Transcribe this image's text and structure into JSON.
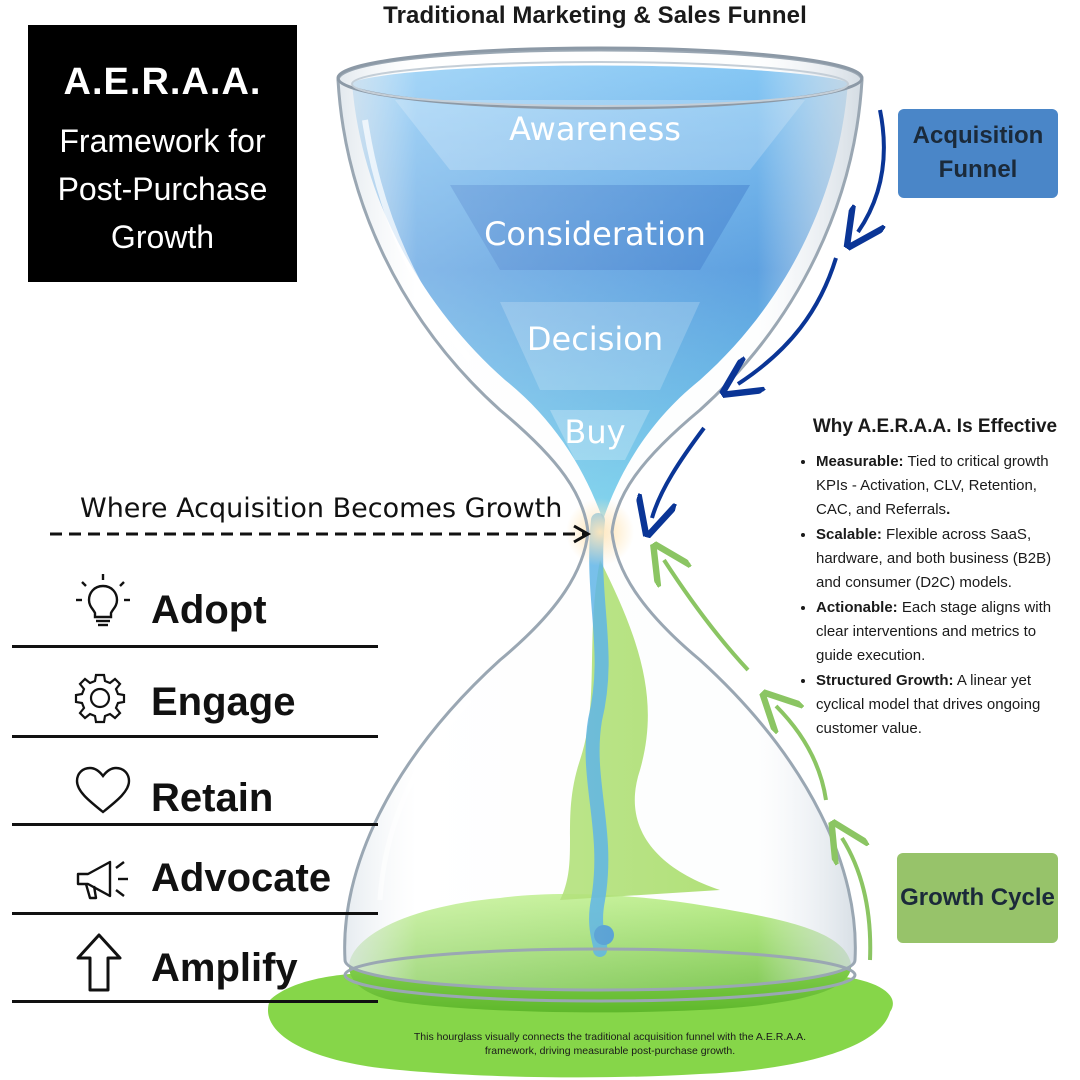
{
  "page_title": "Traditional Marketing & Sales Funnel",
  "framework": {
    "acronym": "A.E.R.A.A.",
    "subtitle_lines": [
      "Framework for",
      "Post-Purchase",
      "Growth"
    ]
  },
  "funnel_stages": [
    "Awareness",
    "Consideration",
    "Decision",
    "Buy"
  ],
  "acquisition_label": [
    "Acquisition",
    "Funnel"
  ],
  "growth_label": "Growth Cycle",
  "transition_label": "Where Acquisition Becomes Growth",
  "aeraa_steps": [
    {
      "label": "Adopt",
      "icon": "lightbulb-icon"
    },
    {
      "label": "Engage",
      "icon": "gear-icon"
    },
    {
      "label": "Retain",
      "icon": "heart-icon"
    },
    {
      "label": "Advocate",
      "icon": "megaphone-icon"
    },
    {
      "label": "Amplify",
      "icon": "arrow-up-icon"
    }
  ],
  "why": {
    "title": "Why A.E.R.A.A. Is Effective",
    "items": [
      {
        "term": "Measurable:",
        "text": " Tied to critical growth KPIs - Activation, CLV, Retention, CAC, and Referrals",
        "end": "."
      },
      {
        "term": "Scalable:",
        "text": " Flexible across SaaS, hardware, and both business (B2B) and consumer (D2C) models.",
        "end": ""
      },
      {
        "term": "Actionable:",
        "text": " Each stage aligns with clear interventions and metrics to guide execution.",
        "end": ""
      },
      {
        "term": "Structured Growth:",
        "text": " A linear yet cyclical model that drives ongoing customer value.",
        "end": ""
      }
    ]
  },
  "footnote": "This hourglass visually connects the traditional acquisition funnel with the A.E.R.A.A. framework, driving measurable post-purchase growth.",
  "colors": {
    "acquisition": "#4a86c8",
    "growth": "#97c36a",
    "water": "#2f86d8",
    "slime": "#8fd640",
    "arrow_blue": "#0a3596",
    "arrow_green": "#8bc563"
  }
}
